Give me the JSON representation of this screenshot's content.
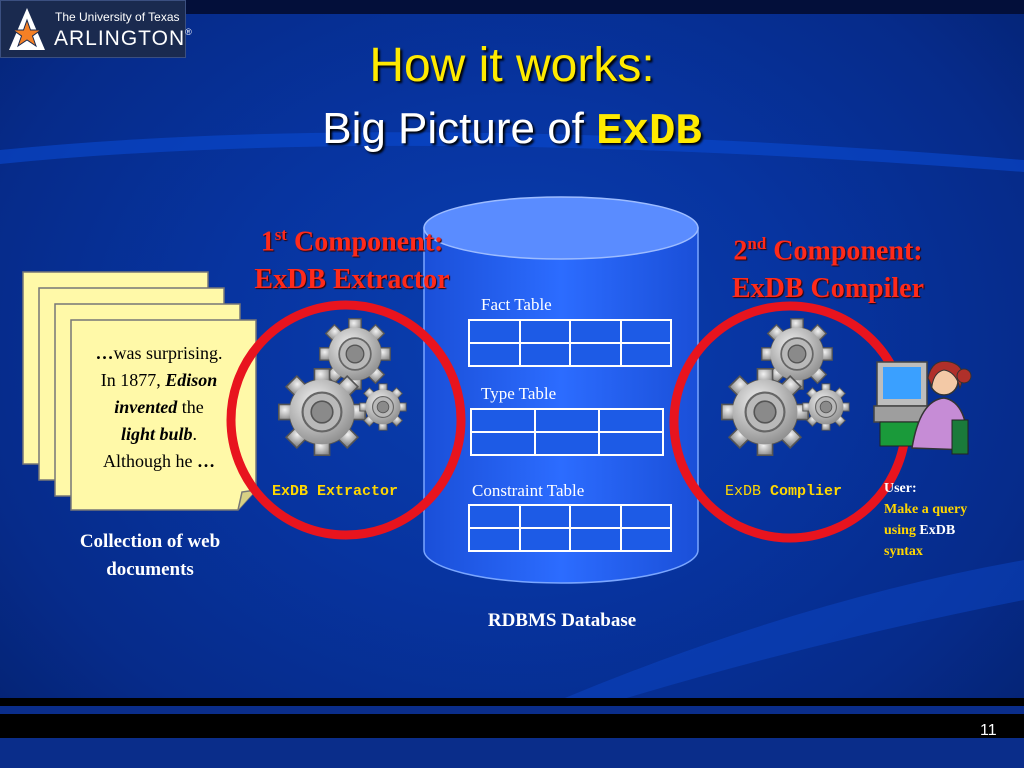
{
  "logo": {
    "line1": "The University of Texas",
    "line2": "ARLINGTON"
  },
  "title": {
    "line1": "How it works:",
    "line2_prefix": "Big Picture of",
    "line2_mono": "ExDB"
  },
  "component1": {
    "ordinal": "1",
    "ordinal_sup": "st",
    "label": "Component:",
    "name": "ExDB Extractor"
  },
  "component2": {
    "ordinal": "2",
    "ordinal_sup": "nd",
    "label": "Component:",
    "name": "ExDB Compiler"
  },
  "documents": {
    "text_l1_a": "…",
    "text_l1_b": "was surprising.",
    "text_l2_a": "In 1877, ",
    "text_l2_b": "Edison",
    "text_l3_a": "invented",
    "text_l3_b": " the",
    "text_l4_a": "light bulb",
    "text_l4_b": ".",
    "text_l5_a": "Although he ",
    "text_l5_b": "…",
    "caption": "Collection of  web documents"
  },
  "extractor_label": "ExDB Extractor",
  "compiler_label_a": "ExDB",
  "compiler_label_b": "Complier",
  "database": {
    "fact_table": "Fact Table",
    "type_table": "Type Table",
    "constraint_table": "Constraint Table",
    "caption": "RDBMS Database"
  },
  "user": {
    "label": "User:",
    "l1": "Make a query",
    "l2a": "using ",
    "l2b": "ExDB",
    "l3": "syntax"
  },
  "page_number": "11",
  "colors": {
    "title_yellow": "#ffea00",
    "component_red": "#ff2a1a",
    "ring_red": "#e8141e",
    "cylinder_blue": "#1a55e0"
  }
}
